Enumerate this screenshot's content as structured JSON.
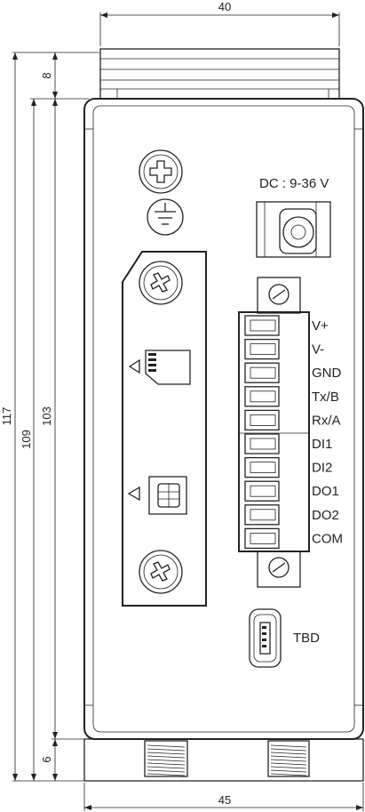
{
  "dimensions": {
    "width_top": "40",
    "width_bottom": "45",
    "height_total": "117",
    "height_body": "109",
    "height_inner": "103",
    "height_top": "8",
    "height_bottom": "6"
  },
  "power": {
    "label": "DC : 9-36 V"
  },
  "terminals": [
    "V+",
    "V-",
    "GND",
    "Tx/B",
    "Rx/A",
    "DI1",
    "DI2",
    "DO1",
    "DO2",
    "COM"
  ],
  "usb": {
    "label": "TBD"
  },
  "icons": {
    "ground": "ground-icon",
    "sd_card": "sd-card-icon",
    "sim_card": "sim-card-icon",
    "screw": "screw-icon"
  }
}
